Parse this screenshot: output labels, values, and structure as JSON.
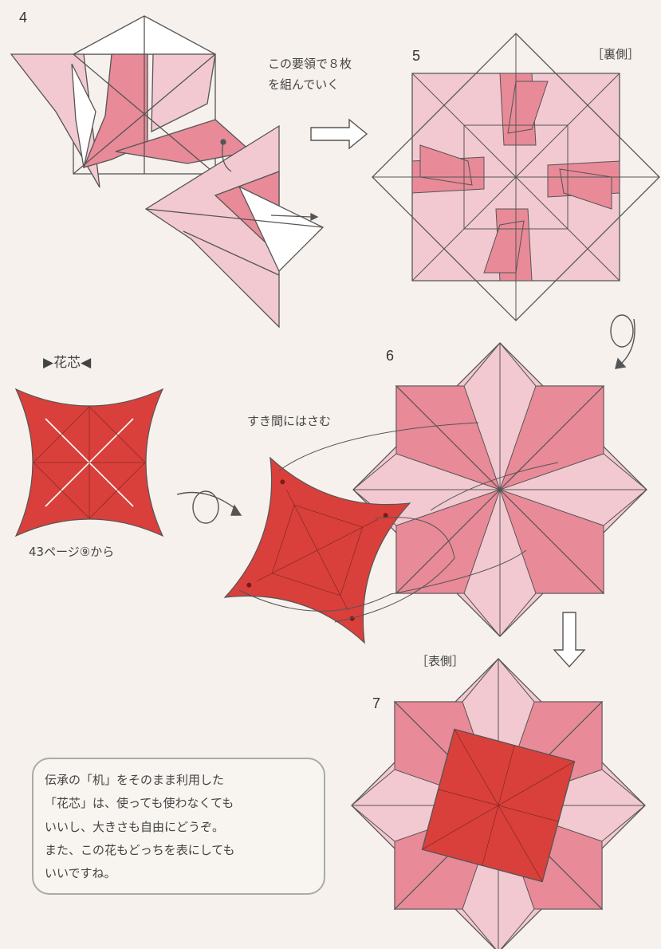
{
  "steps": {
    "step4": "4",
    "step5": "5",
    "step6": "6",
    "step7": "7"
  },
  "labels": {
    "assemble_instruction": "この要領で８枚\nを組んでいく",
    "back_side": "［裏側］",
    "front_side": "［表側］",
    "center_title": "▶花芯◀",
    "page_ref": "43ページ⑨から",
    "insert_instruction": "すき間にはさむ"
  },
  "note": {
    "text": "伝承の「机」をそのまま利用した\n「花芯」は、使っても使わなくても\nいいし、大きさも自由にどうぞ。\nまた、この花もどっちを表にしても\nいいですね。"
  },
  "colors": {
    "background": "#f6f1ed",
    "paper_pink": "#e88a98",
    "paper_light": "#f2c9d0",
    "center_red": "#d9403b",
    "line": "#444444"
  }
}
